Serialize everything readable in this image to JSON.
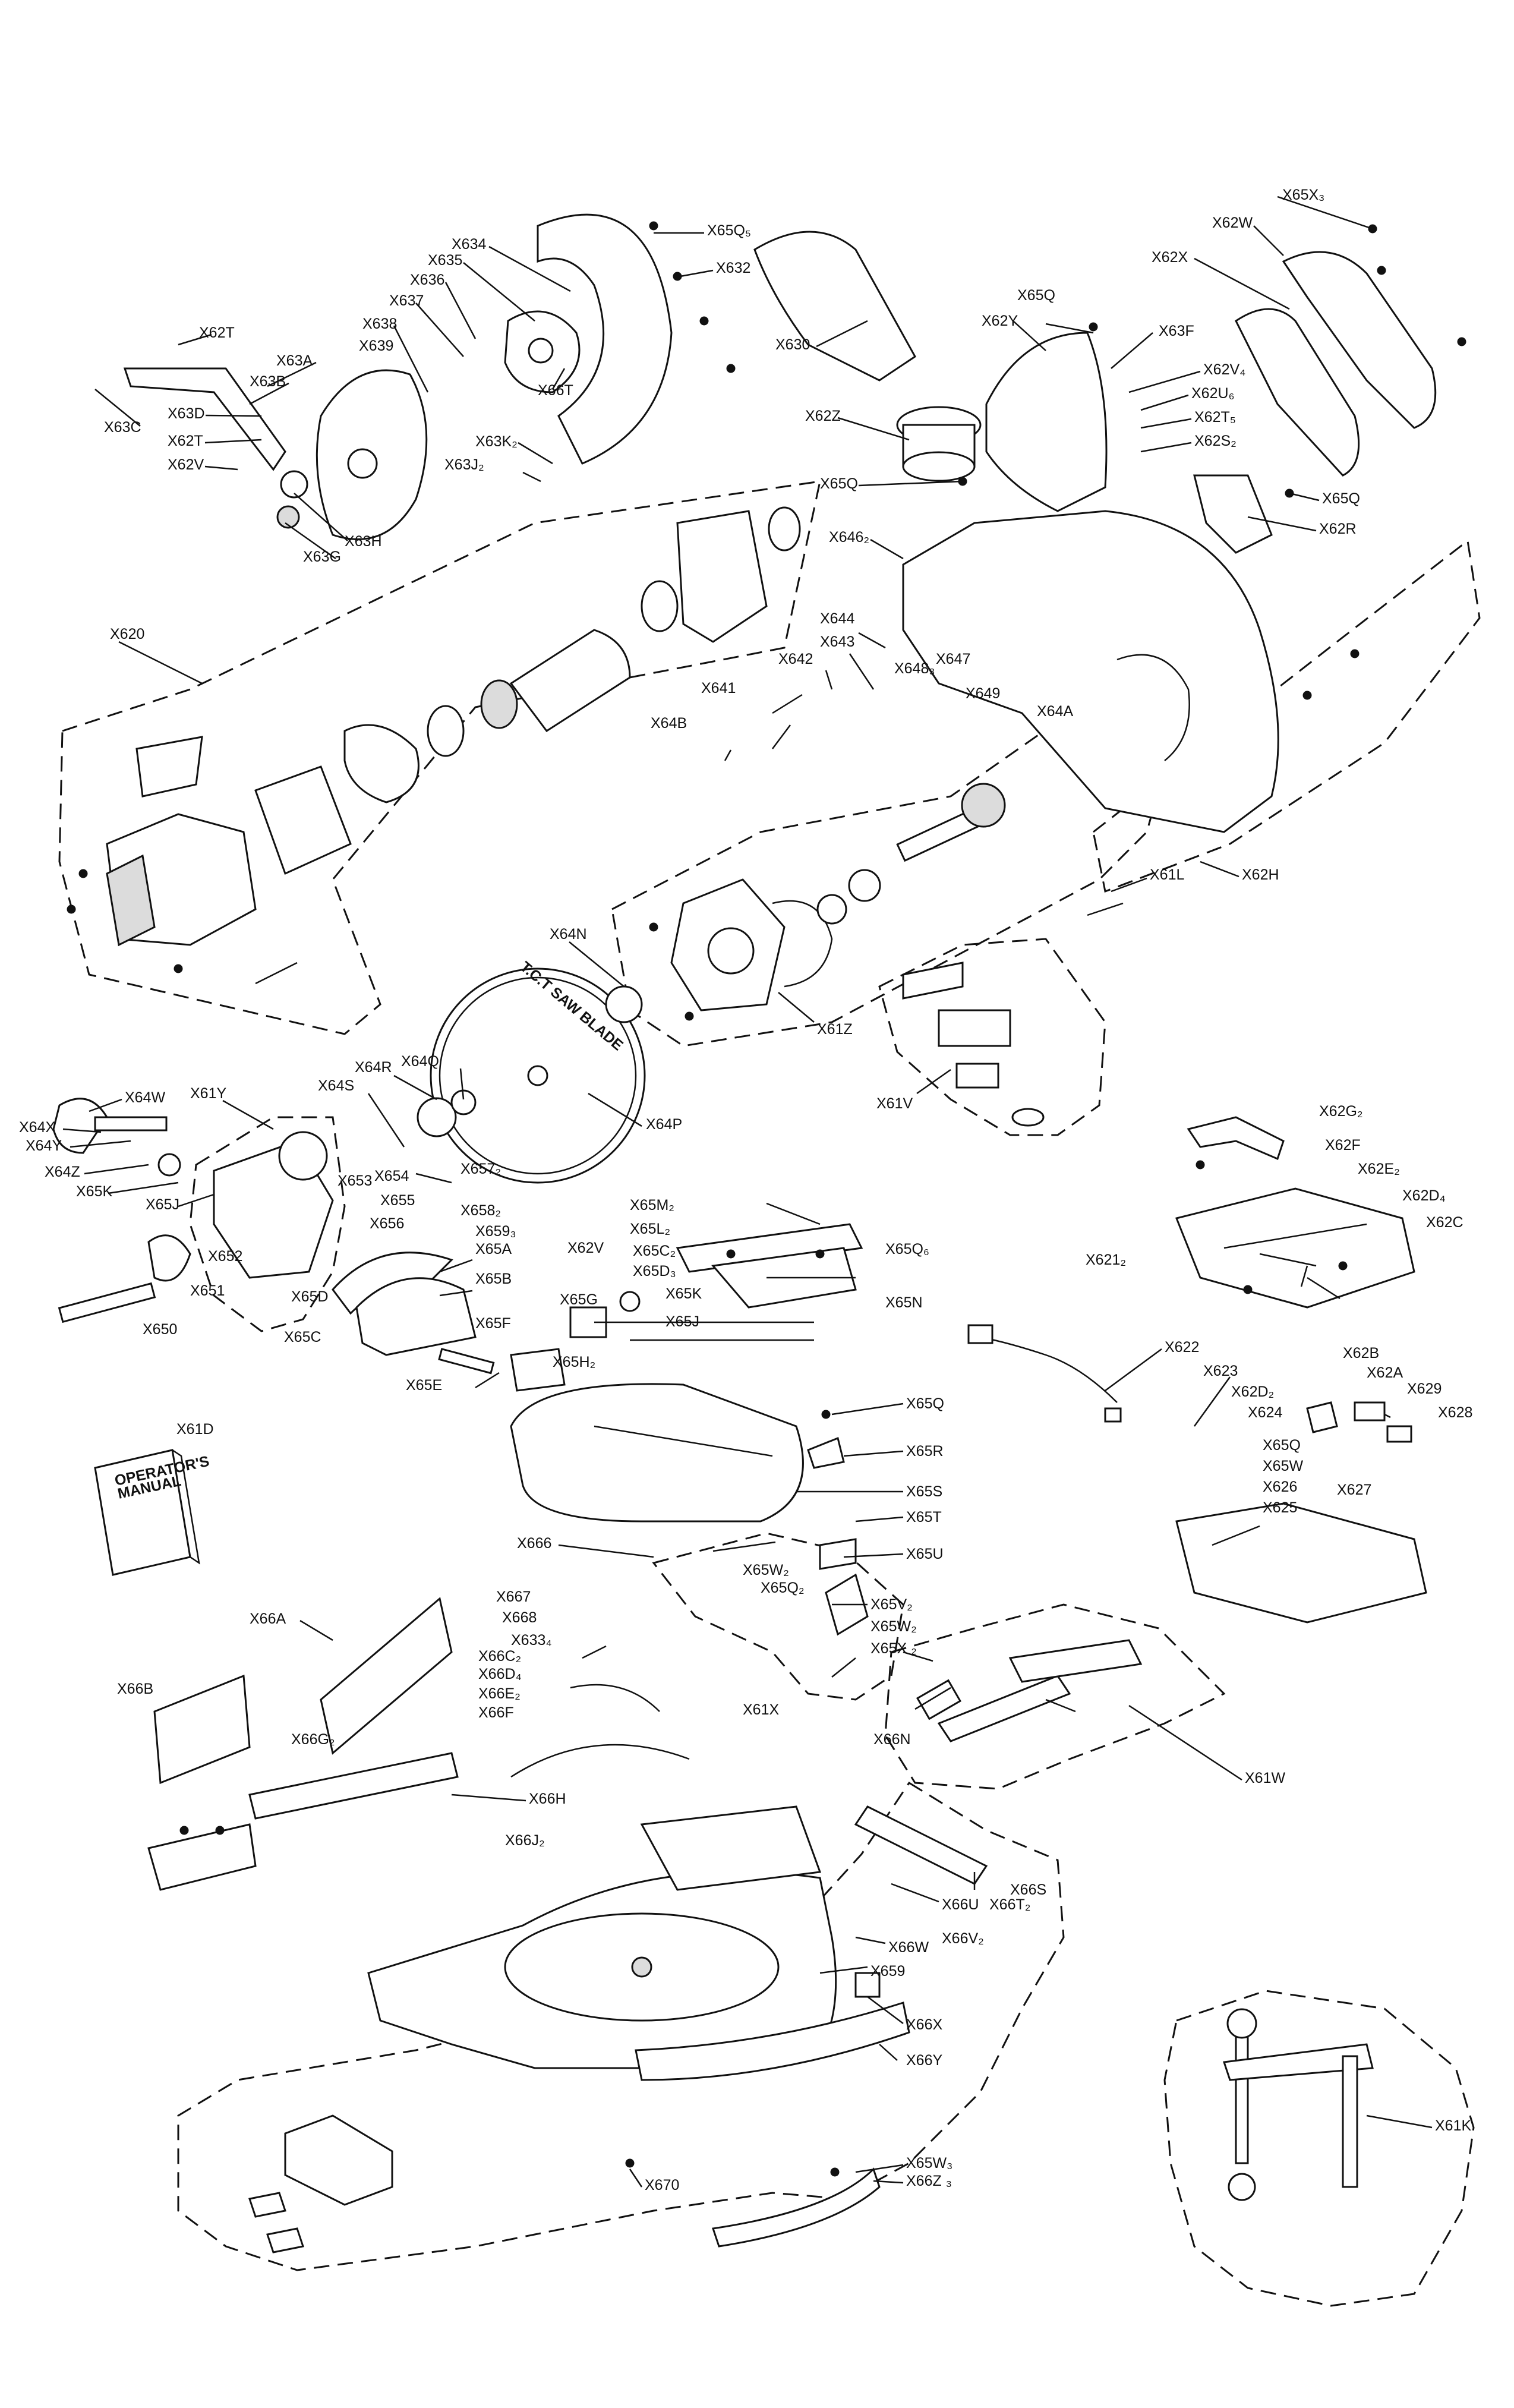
{
  "palette": {
    "ink": "#111111",
    "paper": "#ffffff",
    "shade": "#dcdcdc"
  },
  "manual": {
    "line1": "OPERATOR'S",
    "line2": "MANUAL"
  },
  "blade_text": "T.C.T SAW BLADE",
  "labels": {
    "X65X3": "X65X₃",
    "X62W": "X62W",
    "X62X": "X62X",
    "X65Q5": "X65Q₅",
    "X634": "X634",
    "X632": "X632",
    "X635": "X635",
    "X636": "X636",
    "X637": "X637",
    "X638": "X638",
    "X639": "X639",
    "X62T_a": "X62T",
    "X63A": "X63A",
    "X63B": "X63B",
    "X63D": "X63D",
    "X63C": "X63C",
    "X62T_b": "X62T",
    "X62V_a": "X62V",
    "X63H": "X63H",
    "X63G": "X63G",
    "X66T": "X66T",
    "X63K2": "X63K₂",
    "X63J2": "X63J₂",
    "X630": "X630",
    "X62Z": "X62Z",
    "X65Q_a": "X65Q",
    "X62Y": "X62Y",
    "X63F": "X63F",
    "X62V4": "X62V₄",
    "X62U6": "X62U₆",
    "X62T5": "X62T₅",
    "X62S2": "X62S₂",
    "X65Q_b": "X65Q",
    "X62R": "X62R",
    "X65Q_c": "X65Q",
    "X6462": "X646₂",
    "X620": "X620",
    "X644": "X644",
    "X643": "X643",
    "X642": "X642",
    "X6483": "X648₃",
    "X647": "X647",
    "X649": "X649",
    "X64A": "X64A",
    "X641": "X641",
    "X64B": "X64B",
    "X62H": "X62H",
    "X61L": "X61L",
    "X64N": "X64N",
    "X61Z": "X61Z",
    "X61V": "X61V",
    "X64W": "X64W",
    "X61Y": "X61Y",
    "X64R": "X64R",
    "X64S": "X64S",
    "X64Q": "X64Q",
    "X64P": "X64P",
    "X64X": "X64X",
    "X64Y": "X64Y",
    "X64Z": "X64Z",
    "X65K_a": "X65K",
    "X65J_a": "X65J",
    "X653": "X653",
    "X654": "X654",
    "X655": "X655",
    "X656": "X656",
    "X6572": "X657₂",
    "X6582": "X658₂",
    "X6593": "X659₃",
    "X65A": "X65A",
    "X65B": "X65B",
    "X652": "X652",
    "X651": "X651",
    "X65D": "X65D",
    "X650": "X650",
    "X65C": "X65C",
    "X65M2": "X65M₂",
    "X65L2": "X65L₂",
    "X62V_b": "X62V",
    "X65C2": "X65C₂",
    "X65D3": "X65D₃",
    "X65K_b": "X65K",
    "X65G": "X65G",
    "X65J_b": "X65J",
    "X65F": "X65F",
    "X65H2": "X65H₂",
    "X65E": "X65E",
    "X65Q6": "X65Q₆",
    "X65N": "X65N",
    "X62G2": "X62G₂",
    "X62F": "X62F",
    "X62E2": "X62E₂",
    "X62D4": "X62D₄",
    "X62C": "X62C",
    "X6212": "X621₂",
    "X622": "X622",
    "X623": "X623",
    "X62D2": "X62D₂",
    "X624": "X624",
    "X62B": "X62B",
    "X62A": "X62A",
    "X629": "X629",
    "X628": "X628",
    "X65Q_d": "X65Q",
    "X65W": "X65W",
    "X626": "X626",
    "X625": "X625",
    "X627": "X627",
    "X61D": "X61D",
    "X65Q_e": "X65Q",
    "X65R": "X65R",
    "X65S": "X65S",
    "X65T": "X65T",
    "X65U": "X65U",
    "X666": "X666",
    "X65W2_a": "X65W₂",
    "X65Q2": "X65Q₂",
    "X65V2": "X65V₂",
    "X65W2_b": "X65W₂",
    "X65X2": "X65X ₂",
    "X667": "X667",
    "X668": "X668",
    "X6334": "X633₄",
    "X66A": "X66A",
    "X66C2": "X66C₂",
    "X66D4": "X66D₄",
    "X66E2": "X66E₂",
    "X66F": "X66F",
    "X66B": "X66B",
    "X66G2": "X66G₂",
    "X66H": "X66H",
    "X66J2": "X66J₂",
    "X61X": "X61X",
    "X66N": "X66N",
    "X61W": "X61W",
    "X66S": "X66S",
    "X66U": "X66U",
    "X66T2": "X66T₂",
    "X66V2": "X66V₂",
    "X66W": "X66W",
    "X659": "X659",
    "X66X": "X66X",
    "X66Y": "X66Y",
    "X670": "X670",
    "X65W3": "X65W₃",
    "X66Z3": "X66Z ₃",
    "X61K": "X61K"
  }
}
